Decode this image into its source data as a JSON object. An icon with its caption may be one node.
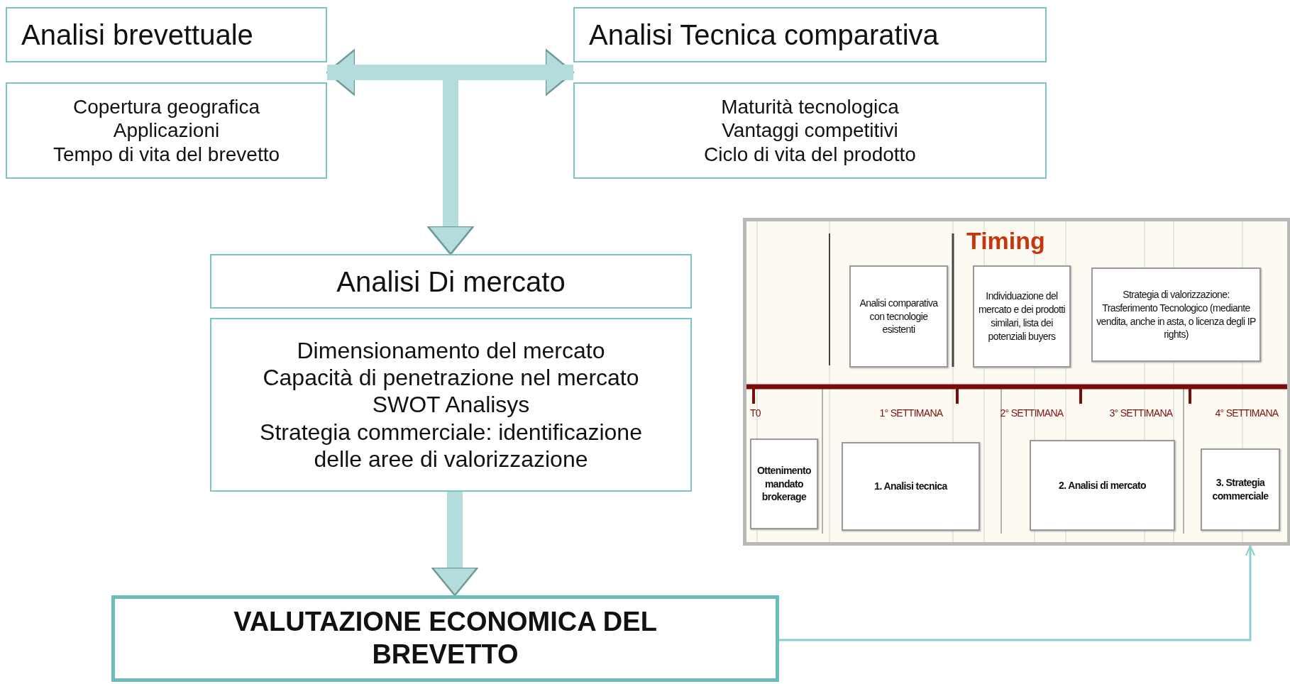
{
  "diagram": {
    "nodes": [
      {
        "text": [
          "Analisi brevettuale"
        ]
      },
      {
        "text": [
          "Copertura geografica",
          "Applicazioni",
          "Tempo di vita del brevetto"
        ]
      },
      {
        "text": [
          "Analisi Tecnica comparativa"
        ]
      },
      {
        "text": [
          "Maturità tecnologica",
          "Vantaggi competitivi",
          "Ciclo di vita del prodotto"
        ]
      },
      {
        "text": [
          "Analisi Di mercato"
        ]
      },
      {
        "text": [
          "Dimensionamento del mercato",
          "Capacità di penetrazione nel mercato",
          "SWOT Analisys",
          "Strategia commerciale: identificazione delle aree di valorizzazione"
        ]
      },
      {
        "text": [
          "VALUTAZIONE ECONOMICA DEL BREVETTO"
        ]
      },
      {
        "text": [
          "Timing"
        ]
      },
      {
        "text": [
          "Analisi comparativa con tecnologie esistenti"
        ],
        "in": 7
      },
      {
        "text": [
          "Individuazione del mercato e dei prodotti similari, lista dei potenziali buyers"
        ],
        "in": 7
      },
      {
        "text": [
          "Strategia di valorizzazione: Trasferimento Tecnologico (mediante vendita, anche in asta, o licenza degli IP rights)"
        ],
        "in": 7
      },
      {
        "text": [
          "Ottenimento mandato brokerage"
        ],
        "in": 7
      },
      {
        "text": [
          "1. Analisi tecnica"
        ],
        "in": 7
      },
      {
        "text": [
          "2. Analisi di mercato"
        ],
        "in": 7
      },
      {
        "text": [
          "3. Strategia commerciale"
        ],
        "in": 7
      }
    ],
    "edges": [
      {
        "from": 0,
        "to": 2,
        "arrow": "both"
      },
      {
        "from": 0,
        "to": 4,
        "arrow": "to"
      },
      {
        "from": 2,
        "to": 4,
        "arrow": "to"
      },
      {
        "from": 5,
        "to": 6,
        "arrow": "to"
      },
      {
        "from": 6,
        "to": 7,
        "arrow": "to",
        "color": "#8ccfd0"
      }
    ],
    "labels": [
      "T0",
      "1° SETTIMANA",
      "2° SETTIMANA",
      "3° SETTIMANA",
      "4° SETTIMANA"
    ]
  }
}
